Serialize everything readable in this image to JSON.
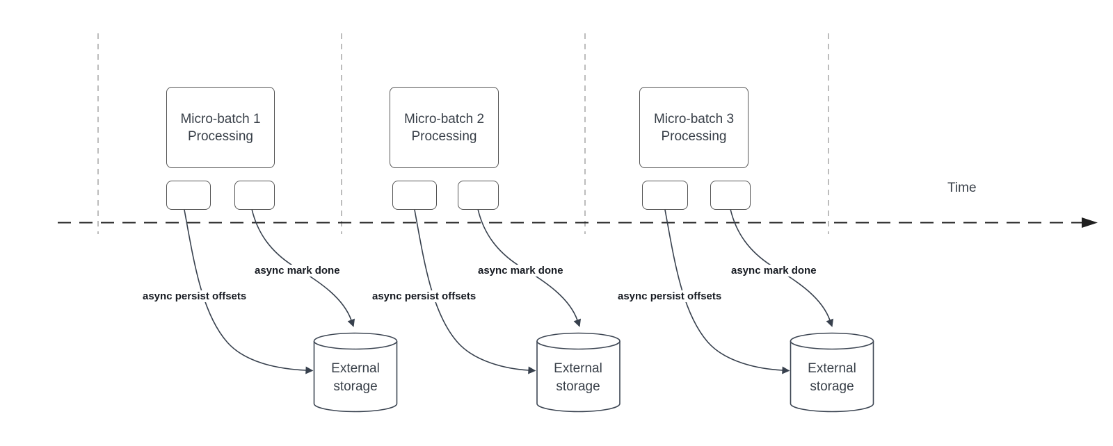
{
  "colors": {
    "canvas": "#ffffff",
    "guide-line": "#a6a6a6",
    "axis-line": "#1f1f1f",
    "shape-stroke": "#545454",
    "cylinder-stroke": "#3d4653",
    "curve-stroke": "#37404d",
    "shape-text": "#383f48",
    "label-text": "#161a21"
  },
  "time_axis": {
    "label": "Time"
  },
  "groups": [
    {
      "batch": {
        "line1": "Micro-batch 1",
        "line2": "Processing"
      },
      "persist_label": "async persist offsets",
      "mark_label": "async mark done",
      "storage": {
        "line1": "External",
        "line2": "storage"
      }
    },
    {
      "batch": {
        "line1": "Micro-batch 2",
        "line2": "Processing"
      },
      "persist_label": "async persist offsets",
      "mark_label": "async mark done",
      "storage": {
        "line1": "External",
        "line2": "storage"
      }
    },
    {
      "batch": {
        "line1": "Micro-batch 3",
        "line2": "Processing"
      },
      "persist_label": "async persist offsets",
      "mark_label": "async mark done",
      "storage": {
        "line1": "External",
        "line2": "storage"
      }
    }
  ]
}
